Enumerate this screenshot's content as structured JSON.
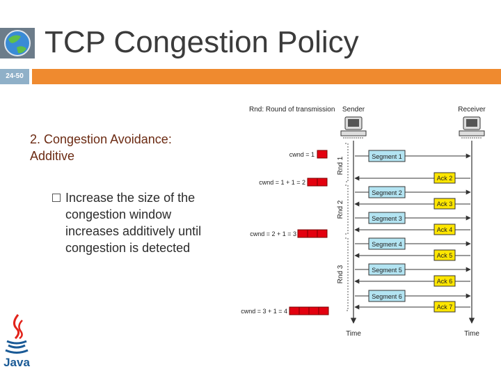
{
  "slide": {
    "title": "TCP Congestion Policy",
    "number": "24-50",
    "heading": "2. Congestion Avoidance: Additive",
    "bullet": "Increase the size of the congestion window increases additively until congestion is detected",
    "logo": "java-logo",
    "java_text": "Java"
  },
  "diagram": {
    "legend": "Rnd: Round of transmission",
    "sender": "Sender",
    "receiver": "Receiver",
    "time_label": "Time",
    "rounds": [
      "Rnd 1",
      "Rnd 2",
      "Rnd 3"
    ],
    "cwnd_labels": [
      "cwnd = 1",
      "cwnd = 1 + 1 = 2",
      "cwnd = 2 + 1 = 3",
      "cwnd = 3 + 1 = 4"
    ],
    "cwnd_boxes": [
      1,
      2,
      3,
      4
    ],
    "segments": [
      "Segment 1",
      "Segment 2",
      "Segment 3",
      "Segment 4",
      "Segment 5",
      "Segment 6"
    ],
    "acks": [
      "Ack 2",
      "Ack 3",
      "Ack 4",
      "Ack 5",
      "Ack 6",
      "Ack 7"
    ],
    "colors": {
      "window_box": "#e3000f",
      "segment_fill": "#b3e4f2",
      "ack_fill": "#ffe600",
      "arrow": "#333333"
    }
  }
}
